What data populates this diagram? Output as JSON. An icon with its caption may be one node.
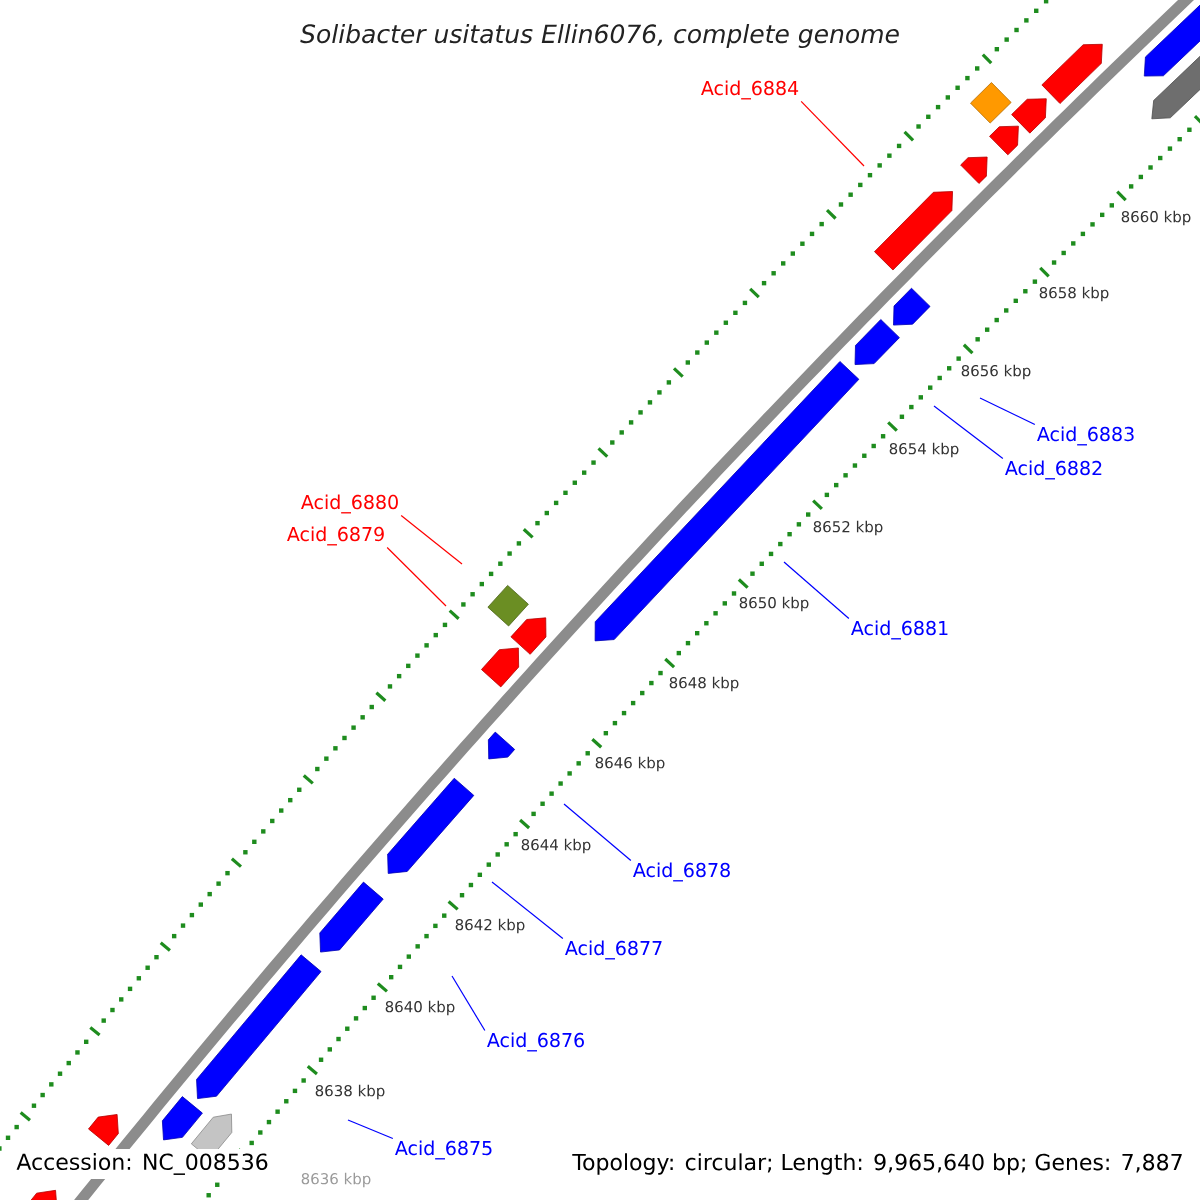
{
  "diagram": {
    "title": "Solibacter usitatus Ellin6076, complete genome",
    "nodes": [
      {
        "text": [
          "Acid_6884"
        ]
      },
      {
        "text": [
          "Acid_6883"
        ]
      },
      {
        "text": [
          "Acid_6882"
        ]
      },
      {
        "text": [
          "Acid_6880"
        ]
      },
      {
        "text": [
          "Acid_6879"
        ]
      },
      {
        "text": [
          "Acid_6881"
        ]
      },
      {
        "text": [
          "Acid_6878"
        ]
      },
      {
        "text": [
          "Acid_6877"
        ]
      },
      {
        "text": [
          "Acid_6876"
        ]
      },
      {
        "text": [
          "Acid_6875"
        ]
      }
    ],
    "edges": [
      {
        "from": 0,
        "to": null,
        "arrow": "none",
        "color": "#ff0000"
      },
      {
        "from": 1,
        "to": null,
        "arrow": "none"
      },
      {
        "from": 2,
        "to": null,
        "arrow": "none"
      },
      {
        "from": 3,
        "to": null,
        "arrow": "none",
        "color": "#ff0000"
      },
      {
        "from": 4,
        "to": null,
        "arrow": "none",
        "color": "#ff0000"
      },
      {
        "from": 5,
        "to": null,
        "arrow": "none"
      },
      {
        "from": 6,
        "to": null,
        "arrow": "none"
      },
      {
        "from": 7,
        "to": null,
        "arrow": "none"
      },
      {
        "from": 8,
        "to": null,
        "arrow": "none"
      },
      {
        "from": 9,
        "to": null,
        "arrow": "none"
      }
    ],
    "labels": [
      "8660 kbp",
      "8658 kbp",
      "8656 kbp",
      "8654 kbp",
      "8652 kbp",
      "8650 kbp",
      "8648 kbp",
      "8646 kbp",
      "8644 kbp",
      "8642 kbp",
      "8640 kbp",
      "8638 kbp",
      "8636 kbp",
      "Accession: NC_008536",
      "Topology: circular; Length: 9,965,640 bp; Genes: 7,887"
    ]
  }
}
